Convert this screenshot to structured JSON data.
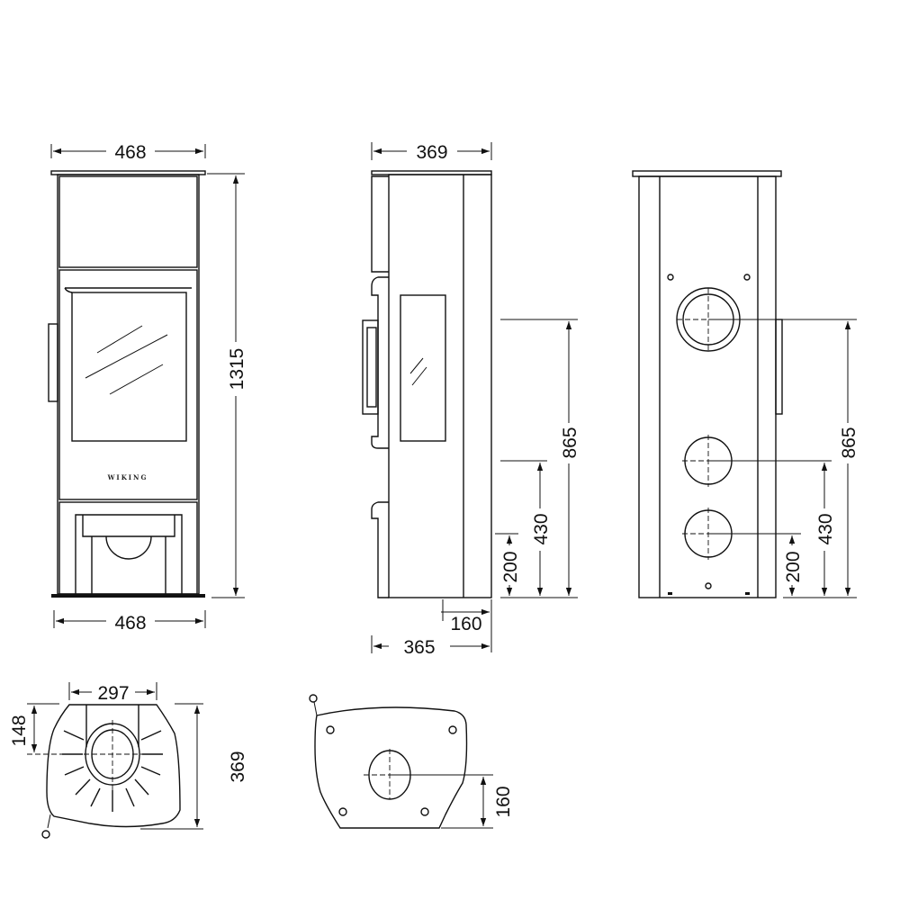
{
  "front_view": {
    "width_top": "468",
    "height": "1315",
    "width_bottom": "468",
    "logo": "WIKING"
  },
  "side_view": {
    "depth_top": "369",
    "flue_height": "865",
    "rear_outlet_upper": "430",
    "rear_outlet_lower": "200",
    "base_offset": "160",
    "depth_bottom": "365"
  },
  "rear_view": {
    "flue_height": "865",
    "outlet_upper": "430",
    "outlet_lower": "200"
  },
  "top_plan": {
    "width": "297",
    "flue_offset": "148",
    "depth": "369"
  },
  "base_plan": {
    "flue_offset": "160"
  },
  "colors": {
    "line": "#111111",
    "background": "#ffffff"
  }
}
